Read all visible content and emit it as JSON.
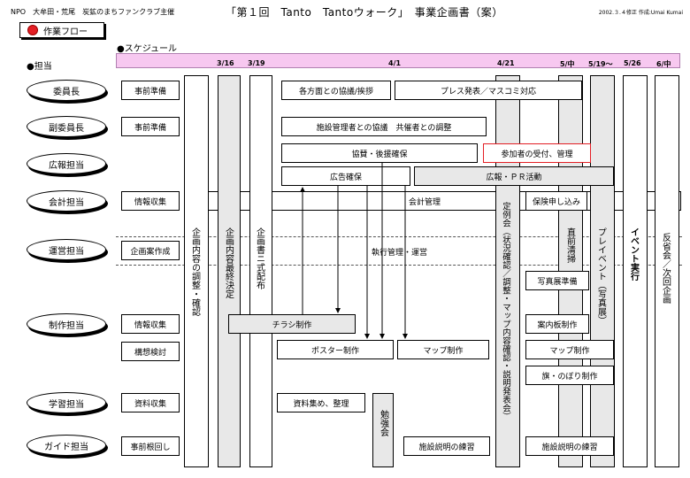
{
  "header": {
    "org": "NPO　大牟田・荒尾　炭鉱のまちファンクラブ主催",
    "title": "「第１回　Tanto　Tantoウォーク」　事業企画書（案）",
    "date": "2002.３.４修正 作成:Umai Kumai"
  },
  "flow_label": "作業フロー",
  "schedule_label": "●スケジュール",
  "tanto_label": "●担当",
  "timeline": [
    "3/16",
    "3/19",
    "4/1",
    "4/21",
    "5/中",
    "5/19～",
    "5/26",
    "6/中"
  ],
  "roles": [
    "委員長",
    "副委員長",
    "広報担当",
    "会計担当",
    "運営担当",
    "制作担当",
    "学習担当",
    "ガイド担当"
  ],
  "prep_tasks": [
    "事前準備",
    "事前準備",
    "情報収集",
    "企画案作成",
    "情報収集",
    "構想検討",
    "資料収集",
    "事前根回し"
  ],
  "vertical": {
    "v1": "企画内容の調整・確認",
    "v2": "企画内容最終決定",
    "v3": "企画書ニ式配布",
    "v4": "定例会（状況確認／調整・マップ内容確認・説明発表会）",
    "v5": "直前清掃",
    "v6": "プレイベント（写真展）",
    "v7": "イベント実行",
    "v8": "反省会／次回企画",
    "study": "勉強会"
  },
  "tasks": {
    "coordination": "各方面との協議/挨拶",
    "press": "プレス発表／マスコミ対応",
    "facility": "施設管理者との協議　共催者との調整",
    "sponsor": "協賛・後援確保",
    "reception": "参加者の受付、管理",
    "ads": "広告確保",
    "pr": "広報・ＰＲ活動",
    "accounting": "会計管理",
    "insurance": "保険申し込み",
    "execution": "執行管理・運営",
    "photo": "写真展準備",
    "flyer": "チラシ制作",
    "signboard": "案内板制作",
    "poster": "ポスター制作",
    "map1": "マップ制作",
    "map2": "マップ制作",
    "flags": "旗・のぼり制作",
    "materials": "資料集め、整理",
    "practice1": "施設説明の練習",
    "practice2": "施設説明の練習"
  }
}
